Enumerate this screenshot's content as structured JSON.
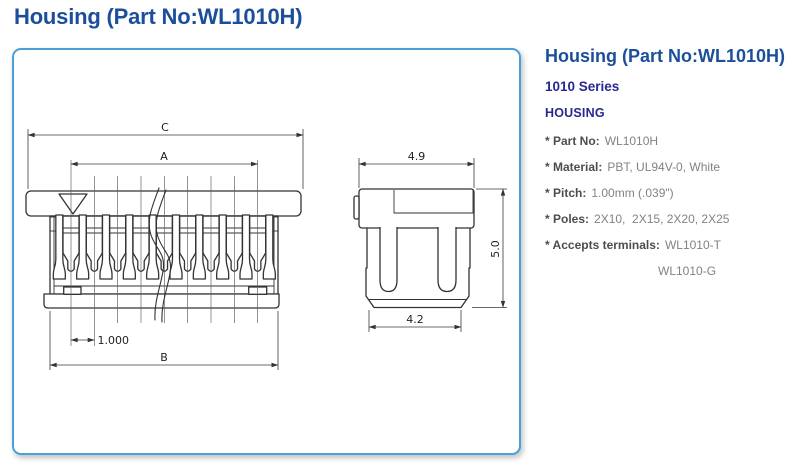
{
  "page": {
    "title": "Housing (Part No:WL1010H)"
  },
  "drawing": {
    "front_view": {
      "dim_c": "C",
      "dim_a": "A",
      "dim_b": "B",
      "pitch": "1.000"
    },
    "side_view": {
      "top_width": "4.9",
      "height": "5.0",
      "bottom_width": "4.2"
    }
  },
  "info": {
    "title": "Housing (Part No:WL1010H)",
    "series": "1010 Series",
    "section": "HOUSING",
    "specs": [
      {
        "label": "* Part No:",
        "value": "WL1010H"
      },
      {
        "label": "* Material:",
        "value": "PBT, UL94V-0, White"
      },
      {
        "label": "* Pitch:",
        "value": "1.00mm (.039\")"
      },
      {
        "label": "* Poles:",
        "value": "2X10,  2X15, 2X20, 2X25"
      },
      {
        "label": "* Accepts terminals:",
        "value": "WL1010-T"
      }
    ],
    "specs_continuation": "WL1010-G"
  },
  "colors": {
    "accent_blue": "#1b4e9b",
    "navy": "#28288f",
    "panel_border": "#4aa0d6"
  }
}
